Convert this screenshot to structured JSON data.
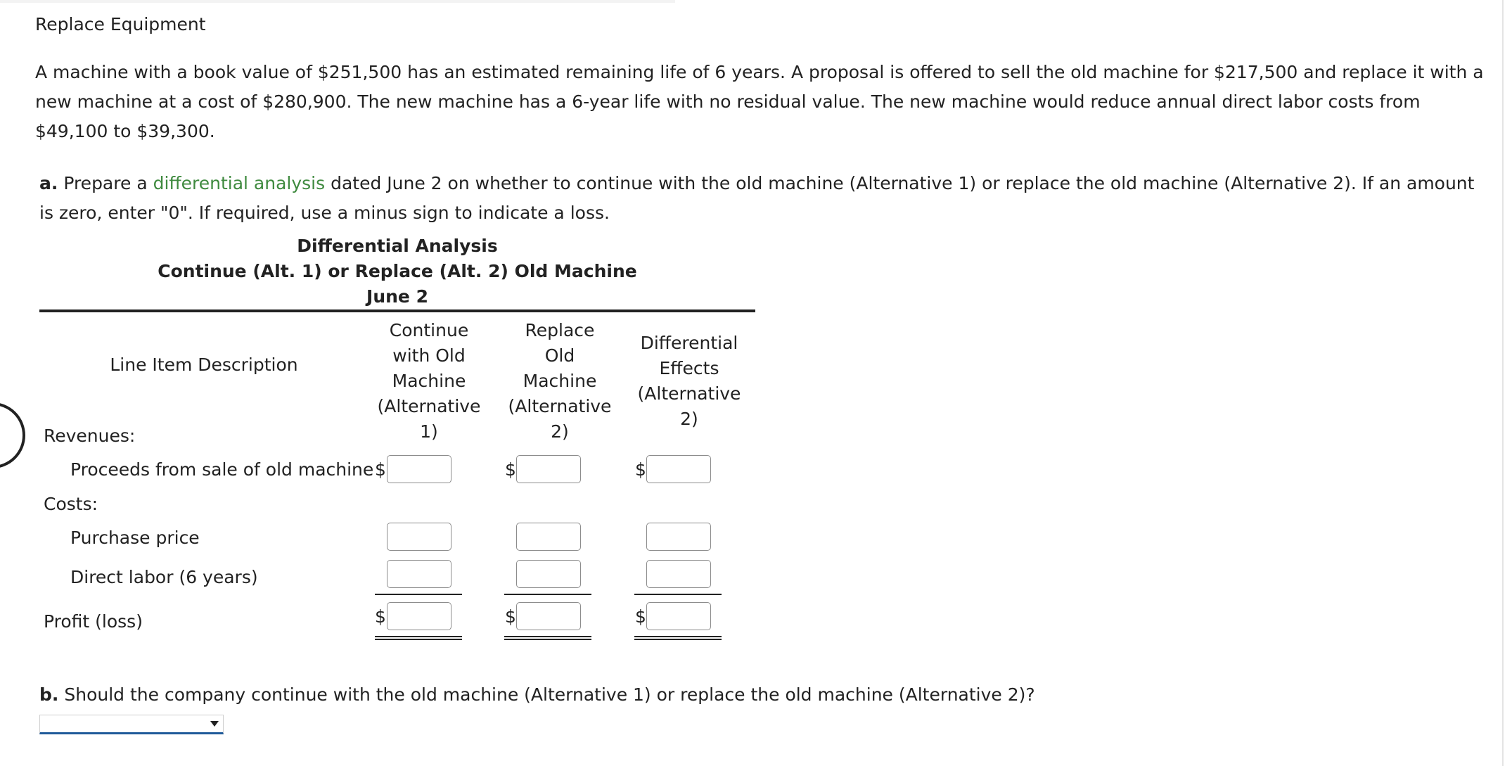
{
  "title": "Replace Equipment",
  "paragraph": "A machine with a book value of $251,500 has an estimated remaining life of 6 years. A proposal is offered to sell the old machine for $217,500 and replace it with a new machine at a cost of $280,900. The new machine has a 6-year life with no residual value. The new machine would reduce annual direct labor costs from $49,100 to $39,300.",
  "question_a": {
    "label": "a.",
    "text_before": " Prepare a ",
    "link": "differential analysis",
    "text_after": " dated June 2 on whether to continue with the old machine (Alternative 1) or replace the old machine (Alternative 2). If an amount is zero, enter \"0\". If required, use a minus sign to indicate a loss."
  },
  "table": {
    "heading1": "Differential Analysis",
    "heading2": "Continue (Alt. 1) or Replace (Alt. 2) Old Machine",
    "heading3": "June 2",
    "line_item_header": "Line Item Description",
    "col1": [
      "Continue",
      "with Old",
      "Machine",
      "(Alternative 1)"
    ],
    "col2": [
      "Replace",
      "Old",
      "Machine",
      "(Alternative 2)"
    ],
    "col3": [
      "Differential",
      "Effects",
      "(Alternative 2)"
    ],
    "revenues_label": "Revenues:",
    "proceeds_label": "Proceeds from sale of old machine",
    "costs_label": "Costs:",
    "purchase_label": "Purchase price",
    "labor_label": "Direct labor (6 years)",
    "profit_label": "Profit (loss)",
    "currency": "$",
    "inputs": {
      "proceeds": [
        "",
        "",
        ""
      ],
      "purchase": [
        "",
        "",
        ""
      ],
      "labor": [
        "",
        "",
        ""
      ],
      "profit": [
        "",
        "",
        ""
      ]
    }
  },
  "question_b": {
    "label": "b.",
    "text": " Should the company continue with the old machine (Alternative 1) or replace the old machine (Alternative 2)?",
    "select_value": ""
  }
}
